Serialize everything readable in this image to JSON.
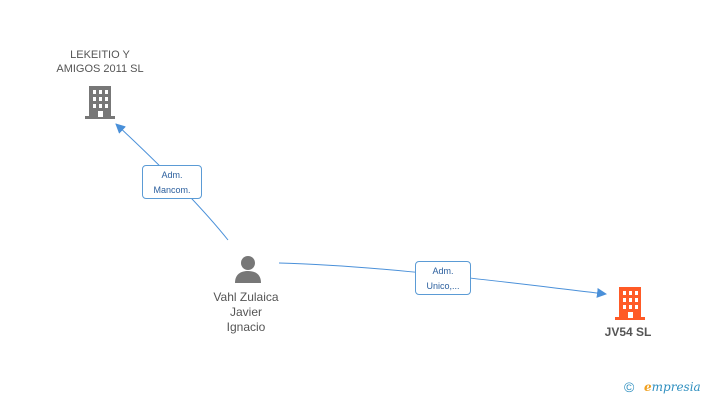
{
  "nodes": {
    "lekeitio": {
      "name_line1": "LEKEITIO Y",
      "name_line2": "AMIGOS 2011 SL",
      "icon": "building-icon",
      "color": "#777777"
    },
    "person": {
      "name_line1": "Vahl Zulaica",
      "name_line2": "Javier",
      "name_line3": "Ignacio",
      "icon": "person-icon",
      "color": "#777777"
    },
    "jv54": {
      "name": "JV54 SL",
      "icon": "building-icon",
      "color": "#ff5a26"
    }
  },
  "edges": {
    "to_lekeitio": {
      "label_line1": "Adm.",
      "label_line2": "Mancom."
    },
    "to_jv54": {
      "label_line1": "Adm.",
      "label_line2": "Unico,..."
    }
  },
  "colors": {
    "edge": "#4a90d9",
    "label_text": "#555555",
    "edge_label_text": "#2b5f9e"
  },
  "footer": {
    "copyright_symbol": "©",
    "brand_initial": "e",
    "brand_rest": "mpresia"
  }
}
